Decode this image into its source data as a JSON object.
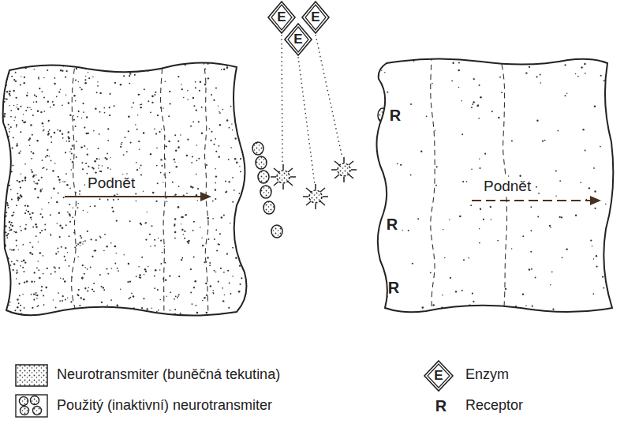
{
  "diagram": {
    "nodes": [
      {
        "text": [
          "E"
        ]
      },
      {
        "text": [
          "E"
        ]
      },
      {
        "text": [
          "E"
        ]
      },
      {
        "text": [
          "Podnět"
        ]
      },
      {
        "text": [
          "Podnět"
        ]
      }
    ],
    "edges": [],
    "labels": [
      "R",
      "R",
      "R",
      "E",
      "R"
    ],
    "legend": [
      {
        "text": "Neurotransmiter (buněčná tekutina)"
      },
      {
        "text": "Použitý (inaktivní) neurotransmiter"
      },
      {
        "text": "Enzym"
      },
      {
        "text": "Receptor"
      }
    ]
  }
}
